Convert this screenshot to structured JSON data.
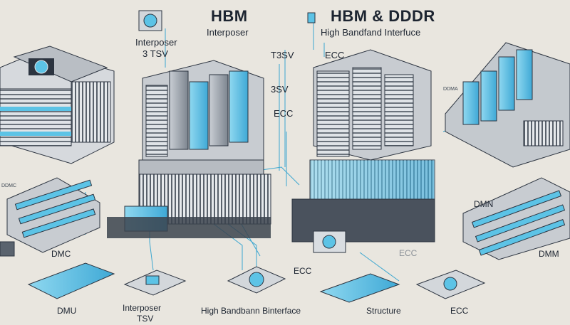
{
  "labels": {
    "hbm_title": "HBM",
    "hbm_sub": "Interposer",
    "hbm_ddr_title": "HBM & DDDR",
    "hbm_ddr_sub": "High Bandfand Interfuce",
    "left_interposer": "Interposer",
    "left_tsv": "3 TSV",
    "tsv_a": "T3SV",
    "tsv_b": "3SV",
    "ecc_upper": "ECC",
    "ecc_top": "ECC",
    "dmc_left": "DMC",
    "dmn_right": "DMN",
    "dmm_right": "DMM",
    "ecc_faint": "ECC",
    "ecc_mid": "ECC",
    "dmu": "DMU",
    "bottom_interposer": "Interposer",
    "bottom_tsv": "TSV",
    "bottom_bandwidth": "High Bandbann Binterface",
    "structure": "Structure",
    "ecc_bottom": "ECC",
    "tiny_left": "DDMC",
    "tiny_right": "DDMA"
  },
  "colors": {
    "background": "#e9e6df",
    "accent": "#5cc3e6",
    "dark": "#2c3440",
    "line": "#3aa6d0"
  },
  "icons": [
    "fan-icon",
    "chip-icon"
  ]
}
